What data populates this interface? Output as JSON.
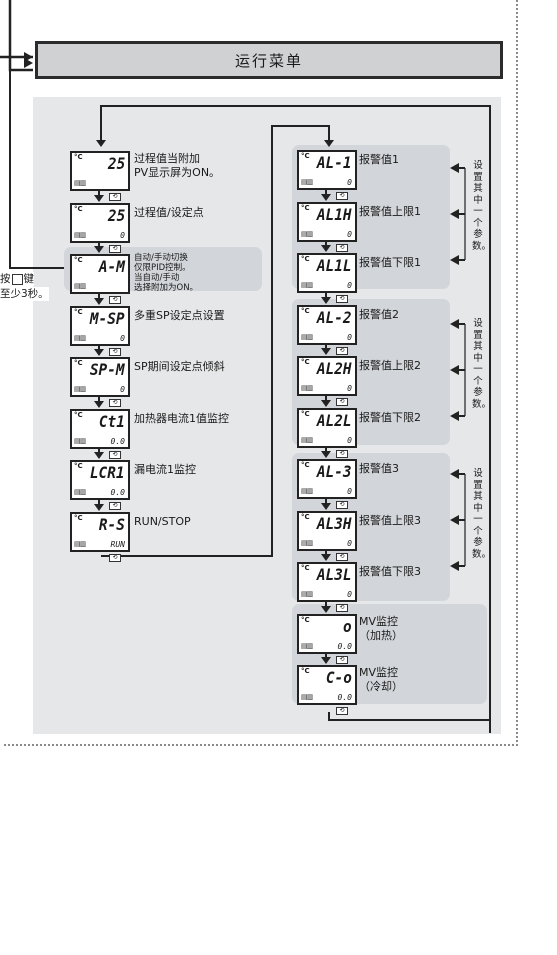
{
  "menu_title": "运行菜单",
  "note": {
    "line1_prefix": "按",
    "line1_suffix": "键",
    "line2": "至少3秒。"
  },
  "left_column": [
    {
      "pv": "25",
      "sv": "",
      "label_lines": [
        "过程值当附加",
        "PV显示屏为ON。"
      ]
    },
    {
      "pv": "25",
      "sv": "0",
      "label_lines": [
        "过程值/设定点"
      ]
    },
    {
      "pv": "A-M",
      "sv": "",
      "label_lines": [
        "自动/手动切换",
        "仅限PID控制。",
        "当自动/手动",
        "选择附加为ON。"
      ]
    },
    {
      "pv": "M-SP",
      "sv": "0",
      "label_lines": [
        "多重SP设定点设置"
      ]
    },
    {
      "pv": "SP-M",
      "sv": "0",
      "label_lines": [
        "SP期间设定点倾斜"
      ]
    },
    {
      "pv": "Ct1",
      "sv": "0.0",
      "label_lines": [
        "加热器电流1值监控"
      ]
    },
    {
      "pv": "LCR1",
      "sv": "0.0",
      "label_lines": [
        "漏电流1监控"
      ]
    },
    {
      "pv": "R-S",
      "sv": "RUN",
      "label_lines": [
        "RUN/STOP"
      ]
    }
  ],
  "right_column": [
    {
      "pv": "AL-1",
      "sv": "0",
      "label_lines": [
        "报警值1"
      ]
    },
    {
      "pv": "AL1H",
      "sv": "0",
      "label_lines": [
        "报警值上限1"
      ]
    },
    {
      "pv": "AL1L",
      "sv": "0",
      "label_lines": [
        "报警值下限1"
      ]
    },
    {
      "pv": "AL-2",
      "sv": "0",
      "label_lines": [
        "报警值2"
      ]
    },
    {
      "pv": "AL2H",
      "sv": "0",
      "label_lines": [
        "报警值上限2"
      ]
    },
    {
      "pv": "AL2L",
      "sv": "0",
      "label_lines": [
        "报警值下限2"
      ]
    },
    {
      "pv": "AL-3",
      "sv": "0",
      "label_lines": [
        "报警值3"
      ]
    },
    {
      "pv": "AL3H",
      "sv": "0",
      "label_lines": [
        "报警值上限3"
      ]
    },
    {
      "pv": "AL3L",
      "sv": "0",
      "label_lines": [
        "报警值下限3"
      ]
    },
    {
      "pv": "o",
      "sv": "0.0",
      "label_lines": [
        "MV监控",
        "（加热）"
      ]
    },
    {
      "pv": "C-o",
      "sv": "0.0",
      "label_lines": [
        "MV监控",
        "（冷却）"
      ]
    }
  ],
  "side_note": "设置其中一个参数。",
  "lcd_top_mark": "°C",
  "lcd_bottom_mark": "▤▥",
  "mode_key_glyph": "⟲"
}
